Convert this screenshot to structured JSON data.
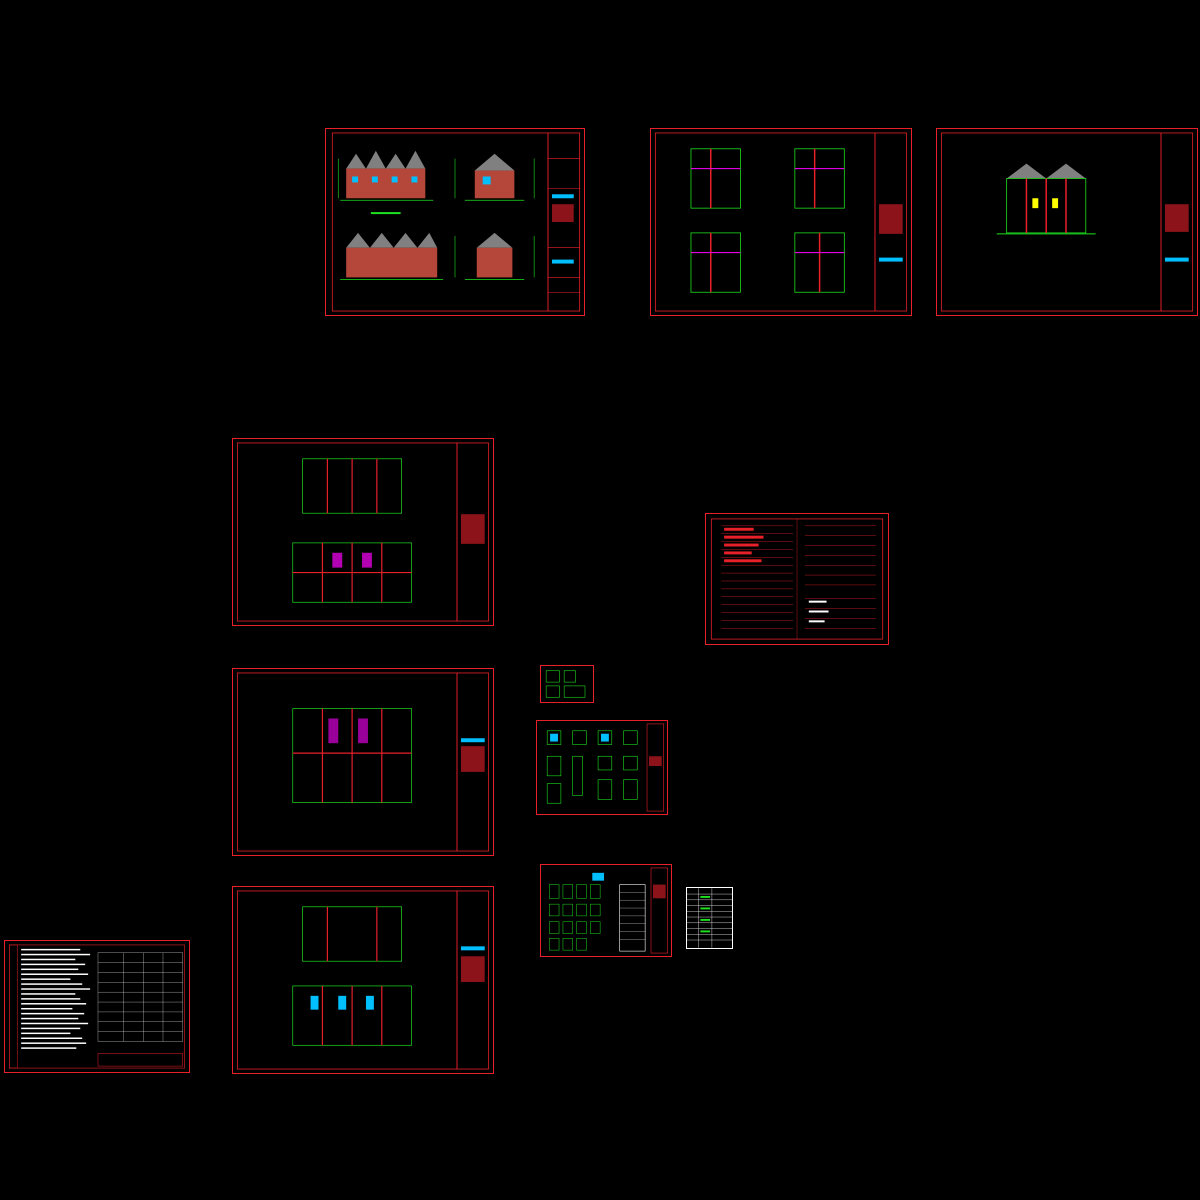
{
  "canvas": {
    "title": "",
    "background": "#000000"
  },
  "colors": {
    "frame": "#e8202a",
    "line": "#1ee21e",
    "accent": "#00bfff",
    "wall": "#c8102e",
    "brick": "#b5473a",
    "roof": "#808080"
  },
  "sheets": [
    {
      "name": "elevation-sheet",
      "kind": "elevations"
    },
    {
      "name": "section-sheet",
      "kind": "sections"
    },
    {
      "name": "single-section-sheet",
      "kind": "section"
    },
    {
      "name": "plan-sheet-1",
      "kind": "floor-plans"
    },
    {
      "name": "plan-sheet-2",
      "kind": "floor-plan"
    },
    {
      "name": "plan-sheet-3",
      "kind": "floor-plans"
    },
    {
      "name": "door-window-schedule-sheet",
      "kind": "schedule"
    },
    {
      "name": "small-detail-sheet",
      "kind": "detail"
    },
    {
      "name": "details-sheet-1",
      "kind": "details"
    },
    {
      "name": "details-sheet-2",
      "kind": "details"
    },
    {
      "name": "legend-table",
      "kind": "table"
    },
    {
      "name": "general-notes-sheet",
      "kind": "notes"
    }
  ]
}
